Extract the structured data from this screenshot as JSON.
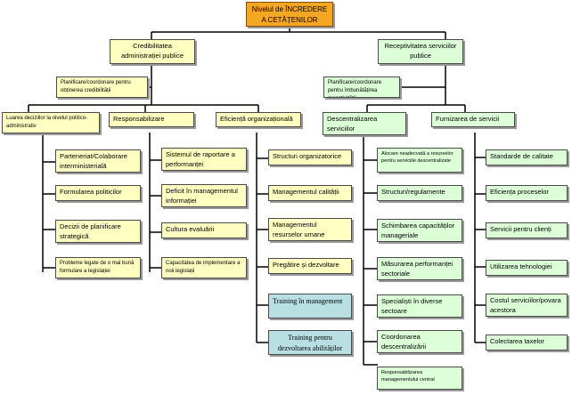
{
  "root": "Nivelul de ÎNCREDERE A CETĂȚENILOR",
  "left_branch": {
    "title": "Credibilitatea administrației publice",
    "planning": "Planificare/coordonare pentru obținerea credibilității",
    "columns": [
      {
        "title": "Luarea deciziilor la nivelul politico-administrativ",
        "items": [
          "Parteneriat/Colaborare interministerială",
          "Formularea politicilor",
          "Decizii de planificare strategică",
          "Probleme legate de o mai bună formulare a legislației"
        ]
      },
      {
        "title": "Responsabilizare",
        "items": [
          "Sistemul de raportare a performanței",
          "Deficit în managementul informației",
          "Cultura evaluării",
          "Capacitatea de implementare a noii legislații"
        ]
      },
      {
        "title": "Eficiență organizațională",
        "items": [
          "Structuri organizatorice",
          "Managementul calității",
          "Managementul resurselor umane",
          "Pregătire și dezvoltare"
        ],
        "training_items": [
          "Training în management",
          "Training pentru dezvoltarea abilităților"
        ]
      }
    ]
  },
  "right_branch": {
    "title": "Receptivitatea serviciilor publice",
    "planning": "Planificare/coordonare pentru îmbunătățirea receptivității",
    "columns": [
      {
        "title": "Descentralizarea serviciilor",
        "items": [
          "Alocare neadecvată a resurselor pentru serviciile descentralizate",
          "Structuri/regulamente",
          "Schimbarea capacităților manageriale",
          "Măsurarea performanței sectoriale",
          "Specialiști în diverse sectoare",
          "Coordonarea descentralizării",
          "Responsabilizarea managementului central"
        ]
      },
      {
        "title": "Furnizarea de servicii",
        "items": [
          "Standarde de calitate",
          "Eficiența proceselor",
          "Servicii pentru clienți",
          "Utilizarea tehnologiei",
          "Costul serviciilor/povara acestora",
          "Colectarea taxelor"
        ]
      }
    ]
  },
  "colors": {
    "yellow": "#ffffc2",
    "green": "#dcffd8",
    "orange": "#f5a623",
    "teal": "#b8e0e3"
  }
}
